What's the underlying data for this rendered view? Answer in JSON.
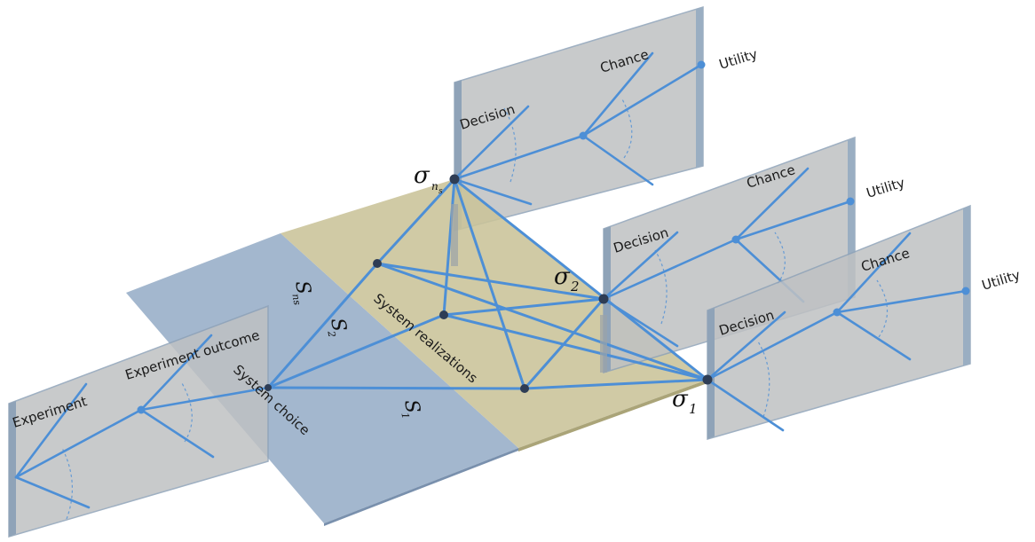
{
  "left_panel": {
    "labels": {
      "experiment": "Experiment",
      "experiment_outcome": "Experiment outcome",
      "system_choice": "System choice"
    }
  },
  "middle": {
    "system_realizations": "System realizations",
    "s_labels": {
      "s_ns": "S",
      "s_ns_sub": "ns",
      "s2": "S",
      "s2_sub": "2",
      "s1": "S",
      "s1_sub": "1"
    }
  },
  "sigma_labels": {
    "sigma_ns": "σ",
    "sigma_ns_sub": "n",
    "sigma_ns_subsub": "s",
    "sigma_2": "σ",
    "sigma_2_sub": "2",
    "sigma_1": "σ",
    "sigma_1_sub": "1"
  },
  "panels": [
    {
      "decision": "Decision",
      "chance": "Chance",
      "utility": "Utility"
    },
    {
      "decision": "Decision",
      "chance": "Chance",
      "utility": "Utility"
    },
    {
      "decision": "Decision",
      "chance": "Chance",
      "utility": "Utility"
    }
  ],
  "colors": {
    "blue_plane": "#93aac6",
    "yellow_plane": "#c9c398",
    "panel_face": "#bfc1c3",
    "panel_edge": "#8fa3b8",
    "edge_blue": "#4d8fd6",
    "node_dark": "#2e3d55"
  }
}
